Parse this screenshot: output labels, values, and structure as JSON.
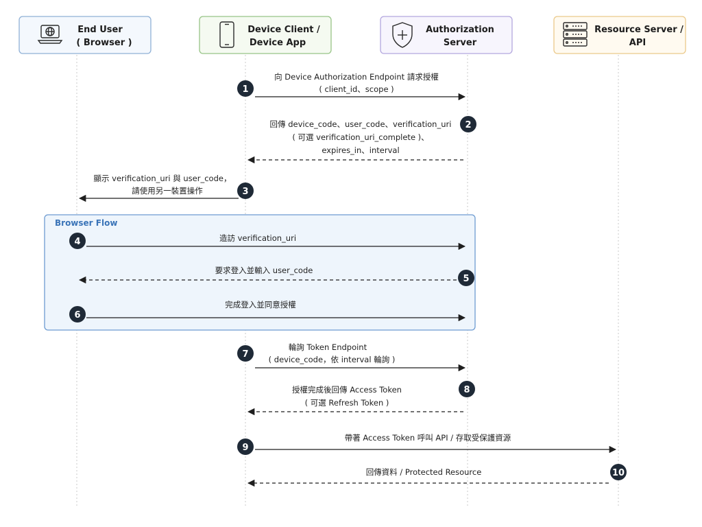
{
  "actors": [
    {
      "id": "user",
      "line1": "End User",
      "line2": "( Browser )",
      "icon": "laptop-globe-icon",
      "border": "#8fb0d6",
      "fill": "#f4f8fd"
    },
    {
      "id": "client",
      "line1": "Device Client /",
      "line2": "Device App",
      "icon": "smartphone-icon",
      "border": "#97c486",
      "fill": "#f5faf1"
    },
    {
      "id": "auth",
      "line1": "Authorization",
      "line2": "Server",
      "icon": "shield-plus-icon",
      "border": "#b3a7de",
      "fill": "#f7f5fd"
    },
    {
      "id": "resource",
      "line1": "Resource Server /",
      "line2": "API",
      "icon": "server-rack-icon",
      "border": "#ebc98a",
      "fill": "#fffaf0"
    }
  ],
  "browser_flow": {
    "title": "Browser Flow",
    "border": "#6d9bd1",
    "fill": "#eef5fc"
  },
  "steps": [
    {
      "num": "1",
      "lines": [
        "向 Device Authorization Endpoint 請求授權",
        "( client_id、scope )"
      ]
    },
    {
      "num": "2",
      "lines": [
        "回傳 device_code、user_code、verification_uri",
        "( 可選 verification_uri_complete )、",
        "expires_in、interval"
      ]
    },
    {
      "num": "3",
      "lines": [
        "顯示 verification_uri 與 user_code，",
        "請使用另一裝置操作"
      ]
    },
    {
      "num": "4",
      "lines": [
        "造訪 verification_uri"
      ]
    },
    {
      "num": "5",
      "lines": [
        "要求登入並輸入 user_code"
      ]
    },
    {
      "num": "6",
      "lines": [
        "完成登入並同意授權"
      ]
    },
    {
      "num": "7",
      "lines": [
        "輪詢 Token Endpoint",
        "( device_code，依 interval 輪詢 )"
      ]
    },
    {
      "num": "8",
      "lines": [
        "授權完成後回傳 Access Token",
        "( 可選 Refresh Token )"
      ]
    },
    {
      "num": "9",
      "lines": [
        "帶著 Access Token 呼叫 API / 存取受保護資源"
      ]
    },
    {
      "num": "10",
      "lines": [
        "回傳資料 / Protected Resource"
      ]
    }
  ],
  "colors": {
    "arrow": "#1f1f1f",
    "badge": "#1f2a37",
    "lifeline": "#c9c9c9"
  }
}
